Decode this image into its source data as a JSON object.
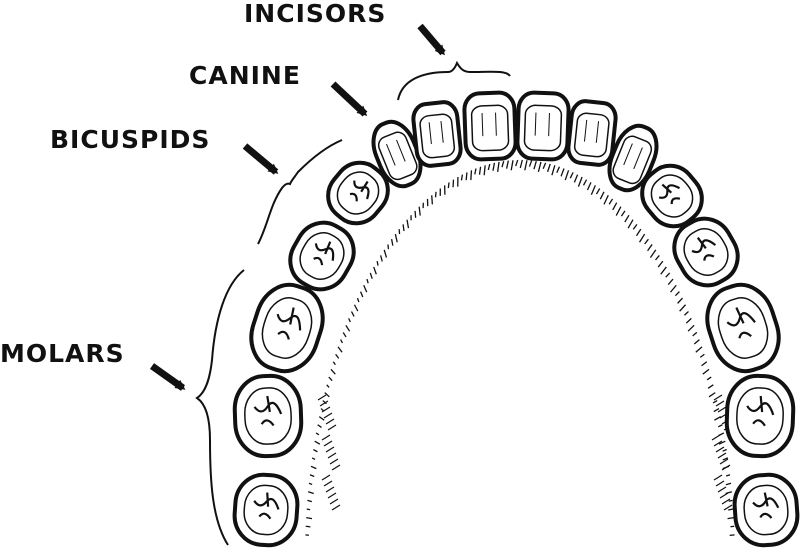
{
  "labels": {
    "incisors": "INCISORS",
    "canine": "CANINE",
    "bicuspids": "BICUSPIDS",
    "molars": "MOLARS"
  },
  "colors": {
    "ink": "#111111",
    "tooth_fill": "#ffffff",
    "background": "#ffffff"
  },
  "icons": [
    "arrow-icon",
    "brace-icon",
    "tooth-icon"
  ]
}
